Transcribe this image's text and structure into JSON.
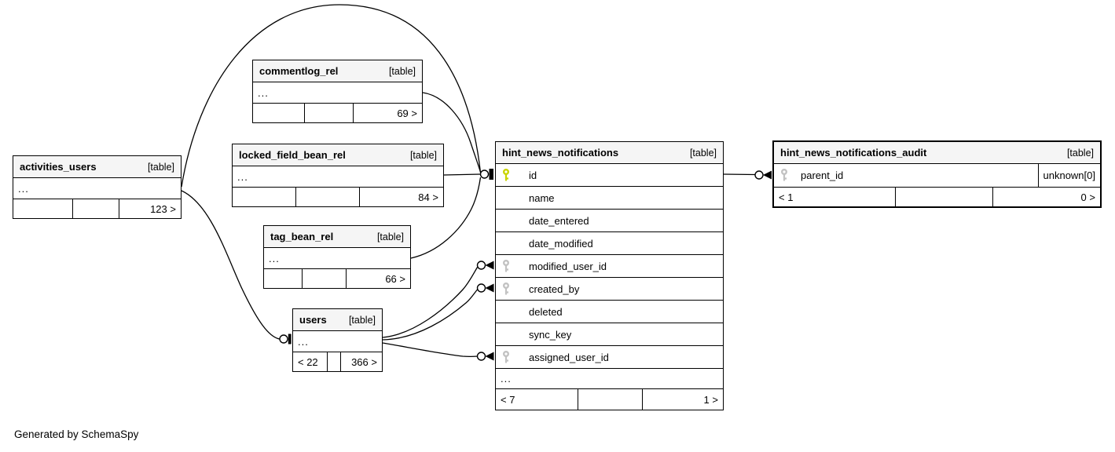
{
  "diagram": {
    "footer_note": "Generated by SchemaSpy"
  },
  "colors": {
    "primary_key": "#c9d400",
    "foreign_key": "#c2c2c2",
    "header_bg": "#f5f5f5",
    "border": "#000000"
  },
  "tables": [
    {
      "name": "activities_users",
      "type_label": "[table]",
      "columns": [
        {
          "label": "...",
          "kind": "ellipsis"
        }
      ],
      "stats": [
        "",
        "",
        "123 >"
      ]
    },
    {
      "name": "commentlog_rel",
      "type_label": "[table]",
      "columns": [
        {
          "label": "...",
          "kind": "ellipsis"
        }
      ],
      "stats": [
        "",
        "",
        "69 >"
      ]
    },
    {
      "name": "locked_field_bean_rel",
      "type_label": "[table]",
      "columns": [
        {
          "label": "...",
          "kind": "ellipsis"
        }
      ],
      "stats": [
        "",
        "",
        "84 >"
      ]
    },
    {
      "name": "tag_bean_rel",
      "type_label": "[table]",
      "columns": [
        {
          "label": "...",
          "kind": "ellipsis"
        }
      ],
      "stats": [
        "",
        "",
        "66 >"
      ]
    },
    {
      "name": "users",
      "type_label": "[table]",
      "columns": [
        {
          "label": "...",
          "kind": "ellipsis"
        }
      ],
      "stats": [
        "< 22",
        "",
        "366 >"
      ]
    },
    {
      "name": "hint_news_notifications",
      "type_label": "[table]",
      "columns": [
        {
          "label": "id",
          "key": "primary"
        },
        {
          "label": "name"
        },
        {
          "label": "date_entered"
        },
        {
          "label": "date_modified"
        },
        {
          "label": "modified_user_id",
          "key": "foreign"
        },
        {
          "label": "created_by",
          "key": "foreign"
        },
        {
          "label": "deleted"
        },
        {
          "label": "sync_key"
        },
        {
          "label": "assigned_user_id",
          "key": "foreign"
        },
        {
          "label": "...",
          "kind": "ellipsis"
        }
      ],
      "stats": [
        "< 7",
        "",
        "1 >"
      ]
    },
    {
      "name": "hint_news_notifications_audit",
      "type_label": "[table]",
      "columns": [
        {
          "label": "parent_id",
          "key": "foreign",
          "type": "unknown[0]"
        }
      ],
      "stats": [
        "< 1",
        "",
        "0 >"
      ]
    }
  ]
}
